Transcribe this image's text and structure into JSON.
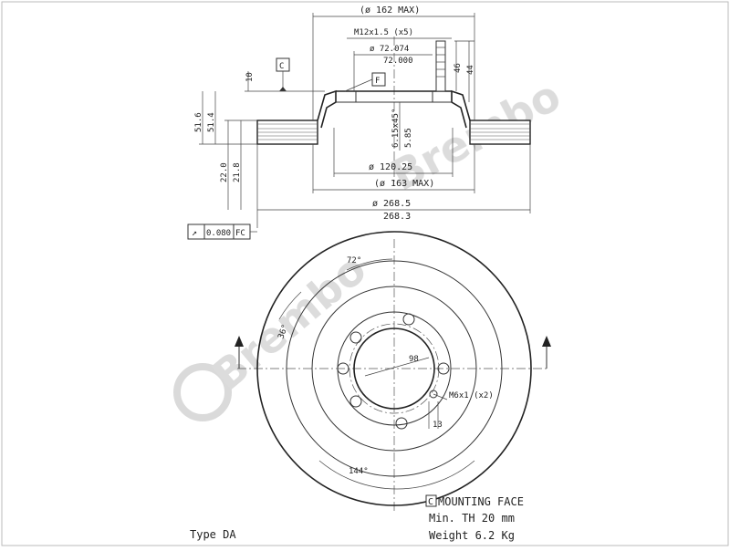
{
  "watermark": "Brembo",
  "dimensions": {
    "outer_hat_max": "(ø 162 MAX)",
    "thread": "M12x1.5 (x5)",
    "hub_bore_upper": "ø 72.074",
    "hub_bore_lower": "72.000",
    "height_46": "46",
    "height_44": "44",
    "offset_10": "10",
    "total_h_upper": "51.6",
    "total_h_lower": "51.4",
    "chamfer": "6.15x45°",
    "depth_5_85": "5.85",
    "pcd_circle": "ø 120.25",
    "inner_max": "(ø 163 MAX)",
    "disc_dia_upper": "ø 268.5",
    "disc_dia_lower": "268.3",
    "thickness_upper": "22.0",
    "thickness_lower": "21.8",
    "angle_72": "72°",
    "angle_36": "36°",
    "angle_144": "144°",
    "bolt_circle": "98",
    "hole_thread": "M6x1 (x2)",
    "hole_size": "13"
  },
  "datum_c": "C",
  "datum_f": "F",
  "runout_symbol": "↗",
  "runout_value": "0.080",
  "runout_ref": "FC",
  "legend": {
    "mounting_symbol": "C",
    "mounting_face": "MOUNTING FACE",
    "min_th": "Min. TH 20  mm",
    "weight": "Weight  6.2 Kg"
  },
  "type_label": "Type DA"
}
